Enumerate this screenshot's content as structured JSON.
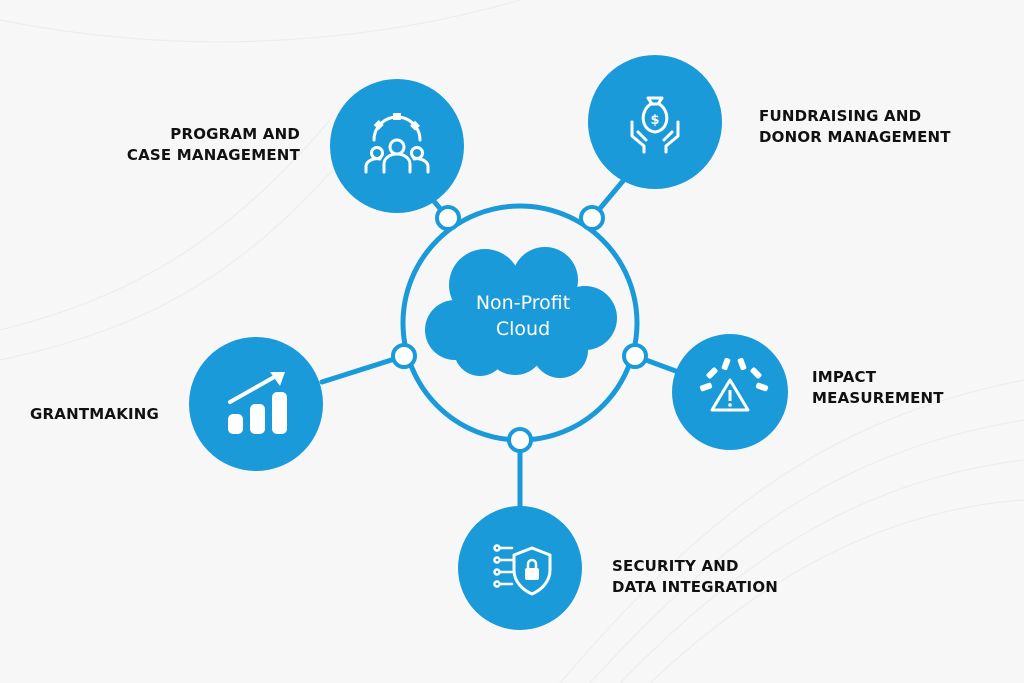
{
  "center": {
    "line1": "Non-Profit",
    "line2": "Cloud"
  },
  "nodes": {
    "program": {
      "line1": "PROGRAM AND",
      "line2": "CASE MANAGEMENT",
      "icon": "team-gear-icon"
    },
    "fundraising": {
      "line1": "FUNDRAISING AND",
      "line2": "DONOR MANAGEMENT",
      "icon": "money-bag-hands-icon"
    },
    "grantmaking": {
      "line1": "GRANTMAKING",
      "icon": "growth-chart-icon"
    },
    "impact": {
      "line1": "IMPACT",
      "line2": "MEASUREMENT",
      "icon": "gauge-warning-icon"
    },
    "security": {
      "line1": "SECURITY AND",
      "line2": "DATA INTEGRATION",
      "icon": "shield-lock-icon"
    }
  },
  "colors": {
    "primary": "#1a9ad9",
    "background": "#f7f7f8",
    "text": "#111111"
  }
}
